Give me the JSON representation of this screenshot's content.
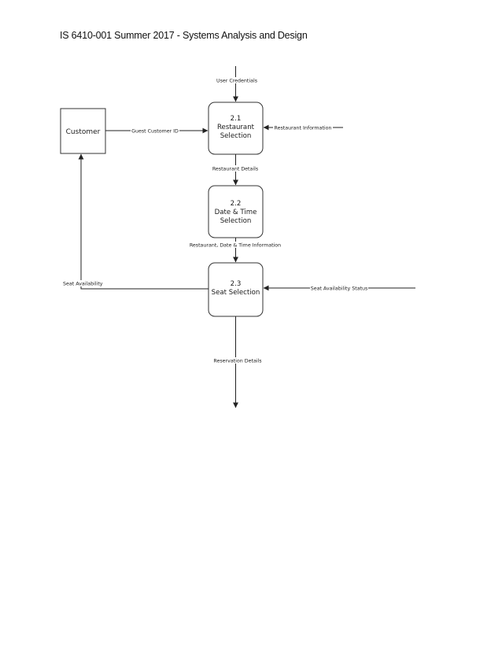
{
  "header": {
    "title": "IS 6410-001 Summer 2017 - Systems Analysis and Design"
  },
  "diagram": {
    "entities": [
      {
        "id": "customer",
        "label": "Customer"
      }
    ],
    "processes": [
      {
        "id": "p21",
        "number": "2.1",
        "lines": [
          "Restaurant",
          "Selection"
        ]
      },
      {
        "id": "p22",
        "number": "2.2",
        "lines": [
          "Date & Time",
          "Selection"
        ]
      },
      {
        "id": "p23",
        "number": "2.3",
        "lines": [
          "Seat Selection"
        ]
      }
    ],
    "flows": [
      {
        "id": "user-credentials",
        "label": "User Credentials",
        "from": "",
        "to": "p21"
      },
      {
        "id": "guest-customer-id",
        "label": "Guest Customer ID",
        "from": "customer",
        "to": "p21"
      },
      {
        "id": "restaurant-information",
        "label": "Restaurant Information",
        "from": "",
        "to": "p21"
      },
      {
        "id": "restaurant-details",
        "label": "Restaurant Details",
        "from": "p21",
        "to": "p22"
      },
      {
        "id": "restaurant-date-time-information",
        "label": "Restaurant, Date & Time Information",
        "from": "p22",
        "to": "p23"
      },
      {
        "id": "seat-availability",
        "label": "Seat Availability",
        "from": "p23",
        "to": "customer"
      },
      {
        "id": "seat-availability-status",
        "label": "Seat Availability Status",
        "from": "",
        "to": "p23"
      },
      {
        "id": "reservation-details",
        "label": "Reservation Details",
        "from": "p23",
        "to": ""
      }
    ]
  }
}
